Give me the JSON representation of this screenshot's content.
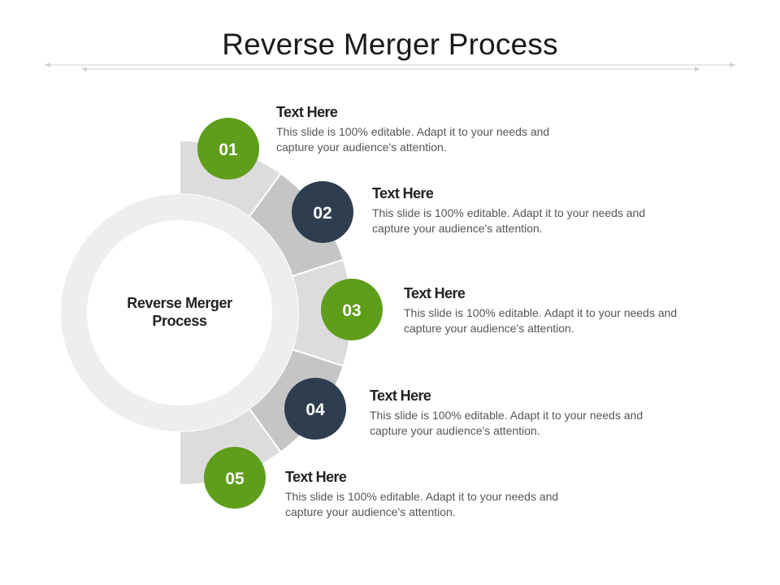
{
  "title": "Reverse Merger Process",
  "center_label": "Reverse Merger Process",
  "colors": {
    "green": "#5f9e1b",
    "navy": "#2f3e4f",
    "segment_light": "#dcdcdc",
    "segment_mid": "#c5c5c5",
    "ring": "#eeeeee"
  },
  "steps": [
    {
      "number": "01",
      "title": "Text Here",
      "description": "This slide is 100% editable. Adapt it to your needs and capture your audience's attention.",
      "color": "green"
    },
    {
      "number": "02",
      "title": "Text Here",
      "description": "This slide is 100% editable. Adapt it to your needs and capture your audience's attention.",
      "color": "navy"
    },
    {
      "number": "03",
      "title": "Text Here",
      "description": "This slide is 100% editable. Adapt it to your needs and capture your audience's attention.",
      "color": "green"
    },
    {
      "number": "04",
      "title": "Text Here",
      "description": "This slide is 100% editable. Adapt it to your needs and capture your audience's attention.",
      "color": "navy"
    },
    {
      "number": "05",
      "title": "Text Here",
      "description": "This slide is 100% editable. Adapt it to your needs and capture your audience's attention.",
      "color": "green"
    }
  ]
}
